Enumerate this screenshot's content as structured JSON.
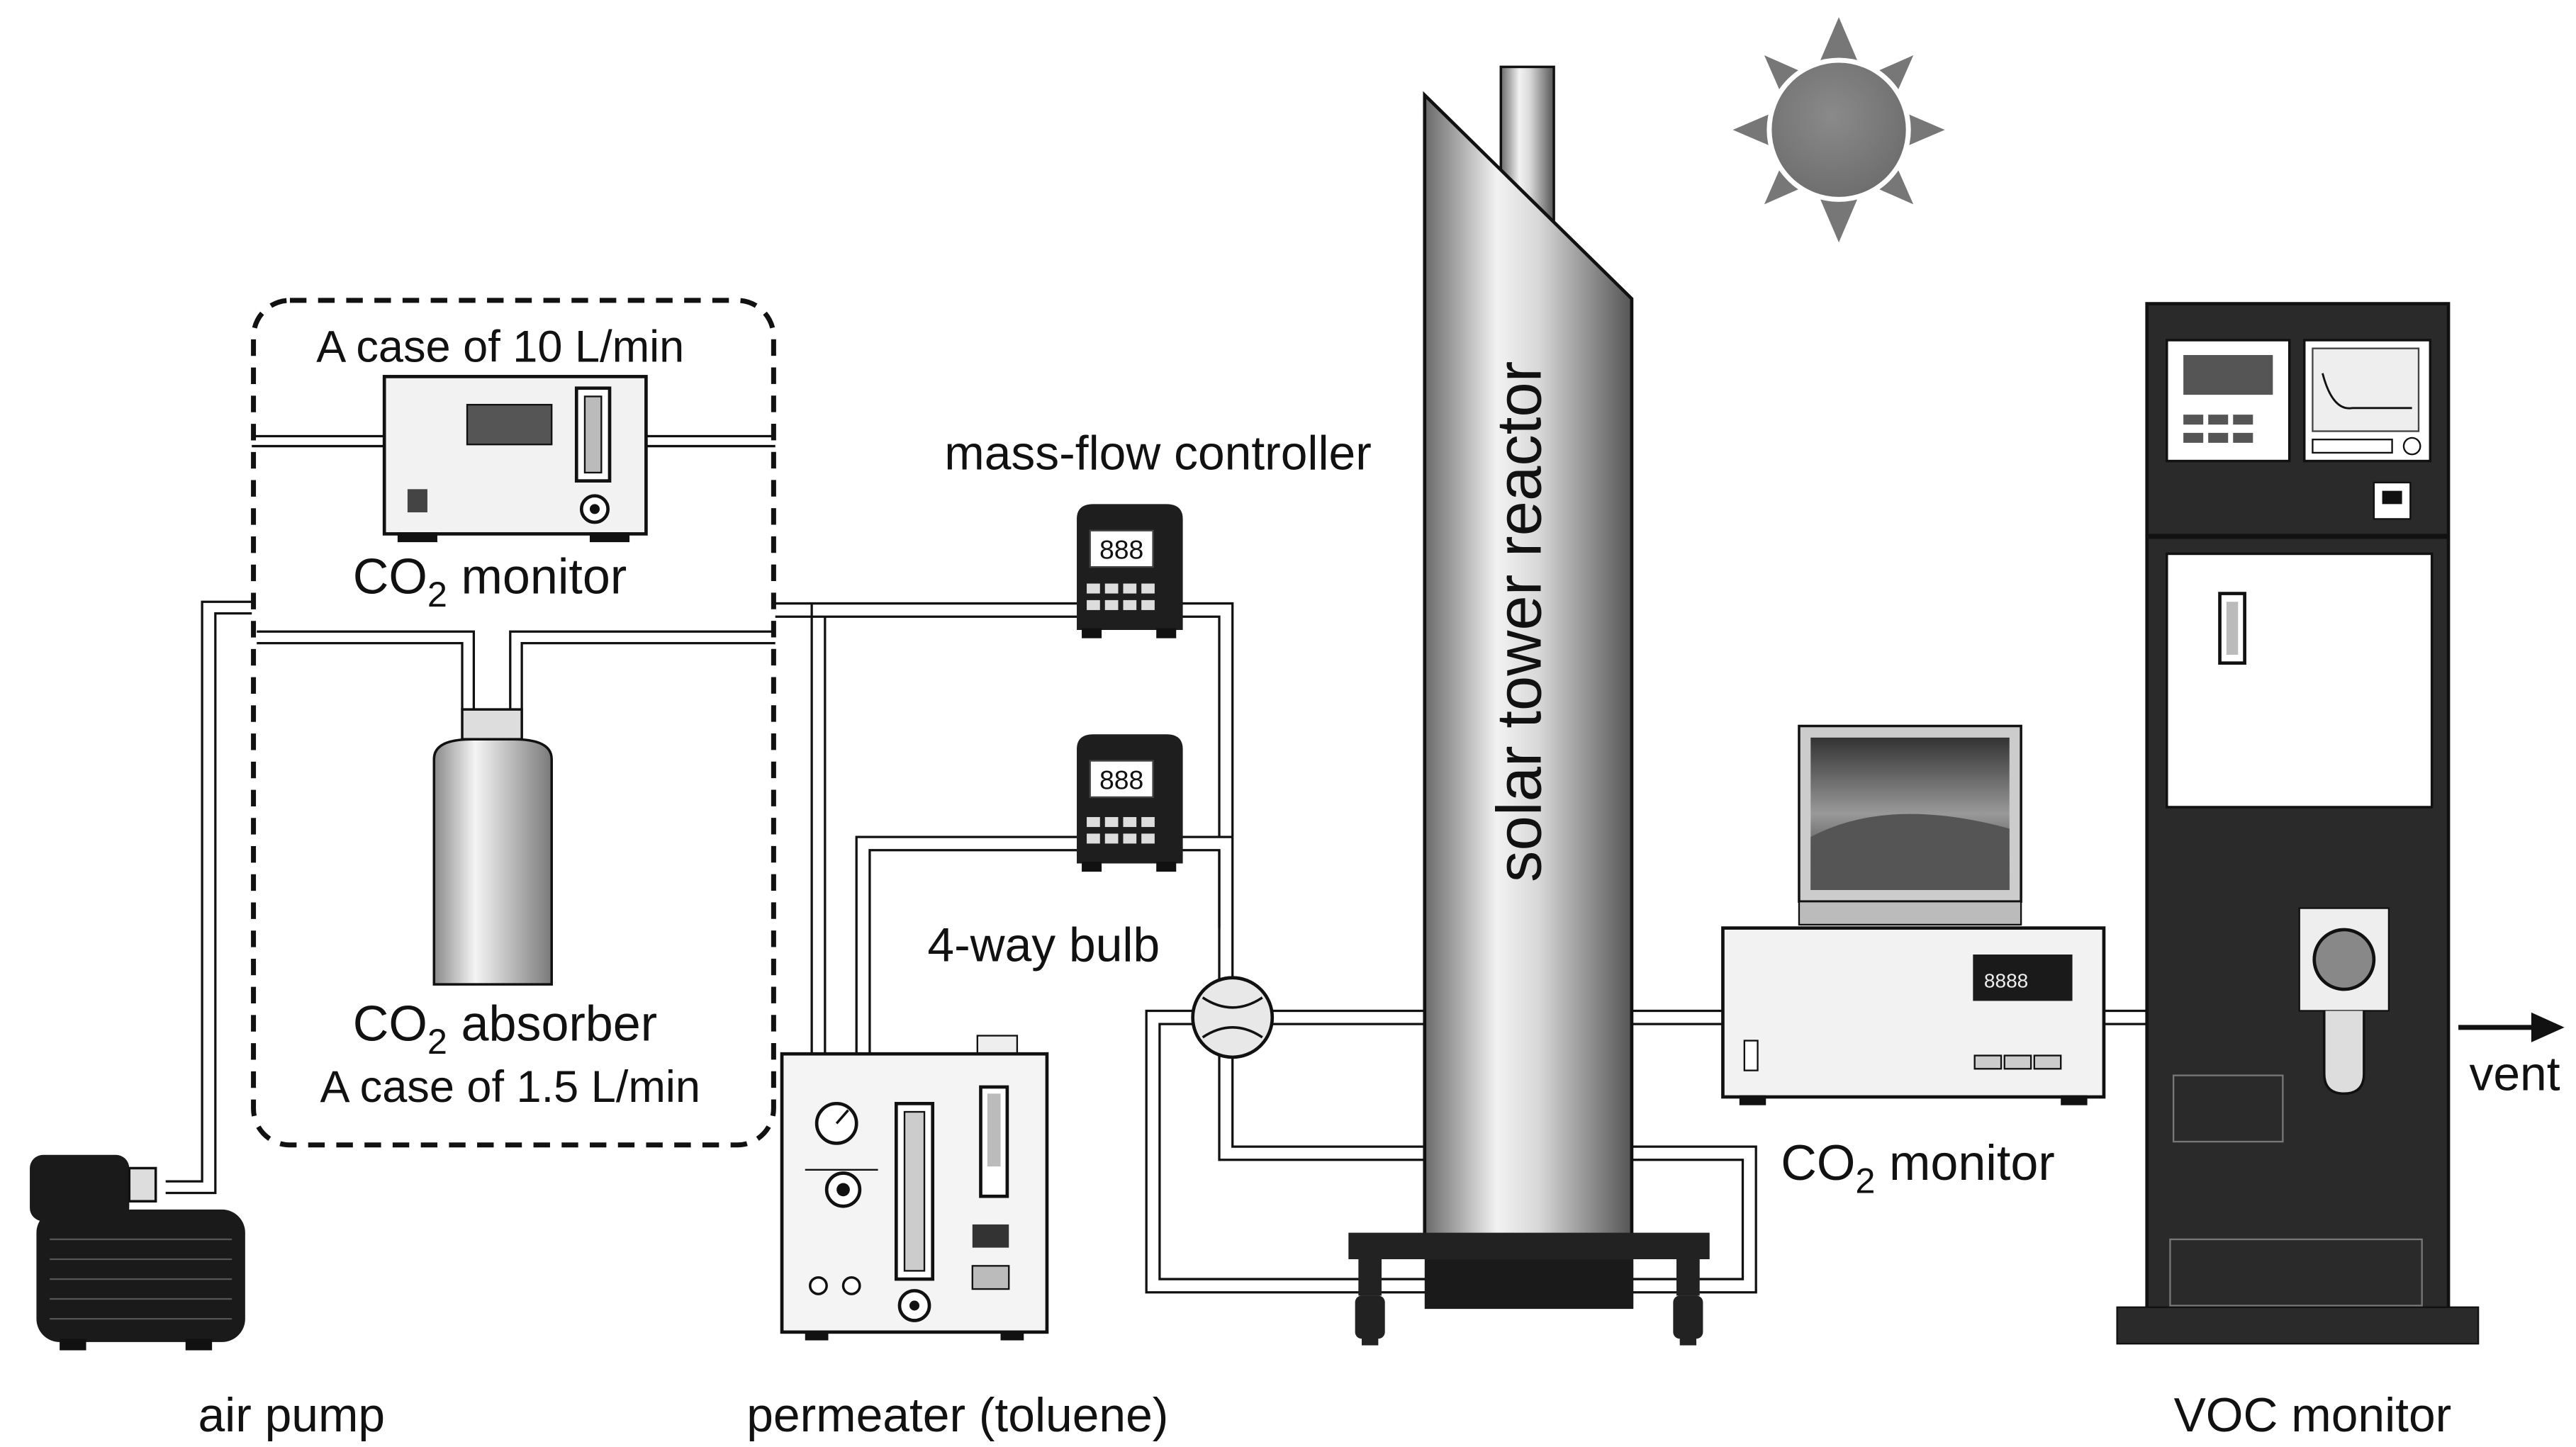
{
  "labels": {
    "case_10": "A case of 10 L/min",
    "case_15": "A case of 1.5 L/min",
    "co2_monitor_top": {
      "main": "CO",
      "sub": "2",
      "rest": " monitor"
    },
    "co2_absorber": {
      "main": "CO",
      "sub": "2",
      "rest": " absorber"
    },
    "co2_monitor_right": {
      "main": "CO",
      "sub": "2",
      "rest": " monitor"
    },
    "mass_flow_controller": "mass-flow controller",
    "four_way_bulb": "4-way bulb",
    "solar_tower_reactor": "solar tower reactor",
    "air_pump": "air pump",
    "permeater": "permeater (toluene)",
    "voc_monitor": "VOC monitor",
    "vent": "vent",
    "mfc_display": "888",
    "co2_display": "8888"
  }
}
